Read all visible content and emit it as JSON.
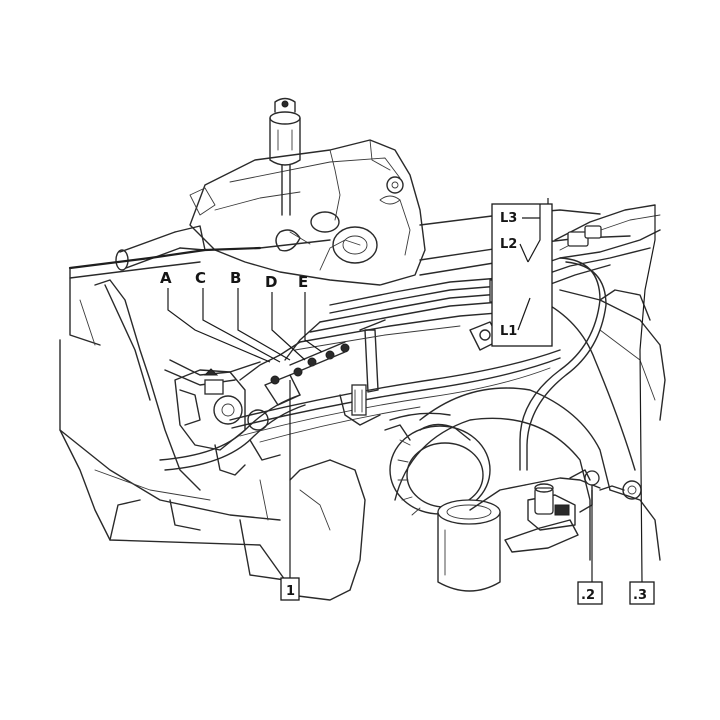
{
  "labels": {
    "A": "A",
    "C": "C",
    "B": "B",
    "D": "D",
    "E": "E",
    "L3": "L3",
    "L2": "L2",
    "L1": "L1",
    "callout_1": "1",
    "callout_2": ".2",
    "callout_3": ".3"
  },
  "colors": {
    "ink": "#2a2a2a",
    "paper": "#ffffff"
  }
}
